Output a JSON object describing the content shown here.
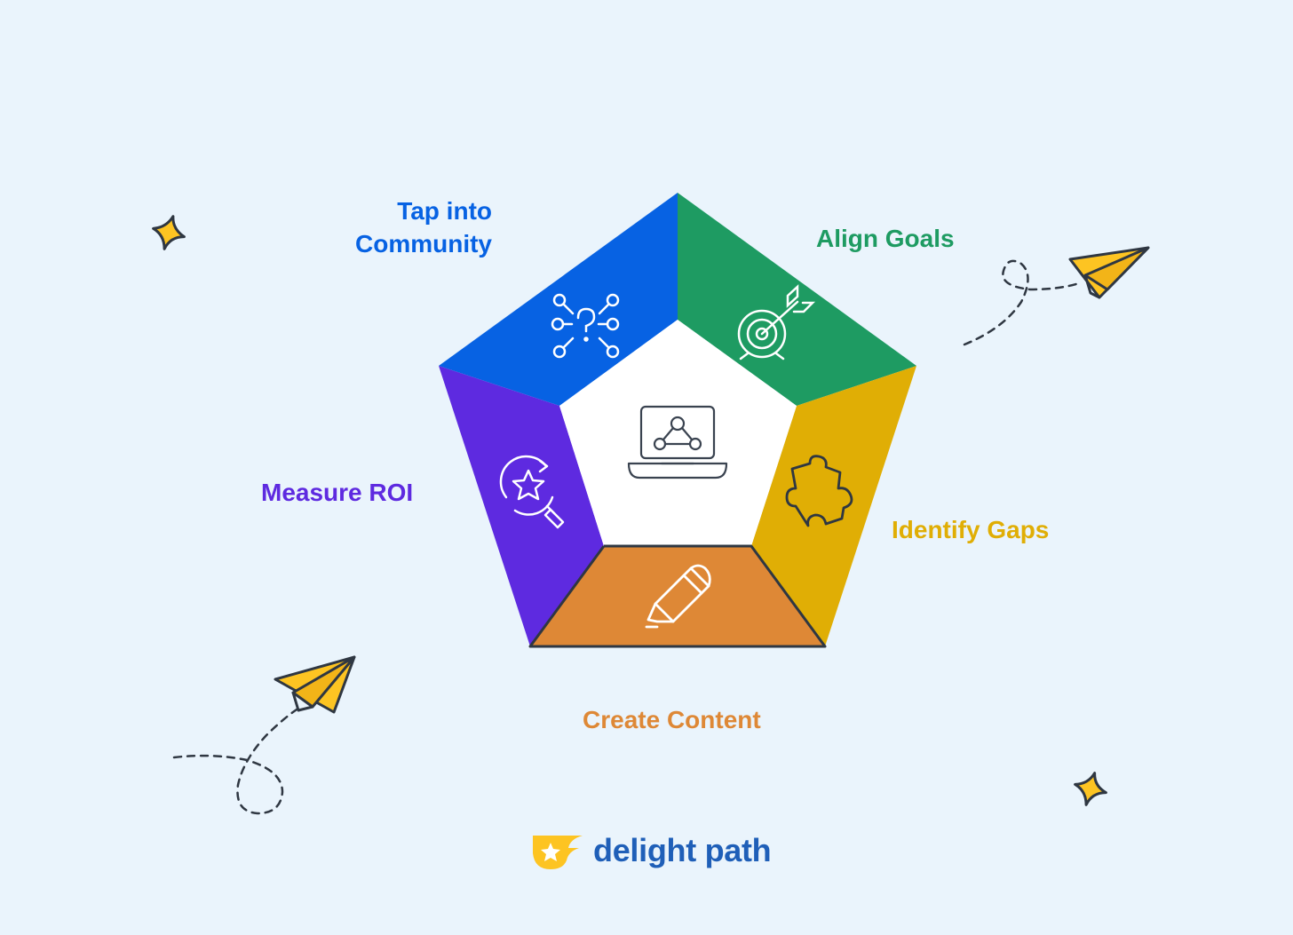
{
  "colors": {
    "background": "#EAF4FC",
    "community": "#0762E3",
    "goals": "#1E9B62",
    "gaps": "#E0AE05",
    "content": "#DE8836",
    "roi": "#5E2AE0",
    "accent_yellow": "#FDC422",
    "outline": "#2F3742",
    "brand_blue": "#1F5FB8"
  },
  "segments": [
    {
      "id": "community",
      "title_lines": [
        "Tap into",
        "Community"
      ],
      "icon": "network-question-icon"
    },
    {
      "id": "goals",
      "title": "Align Goals",
      "icon": "target-arrow-icon"
    },
    {
      "id": "gaps",
      "title": "Identify Gaps",
      "icon": "puzzle-piece-icon"
    },
    {
      "id": "content",
      "title": "Create Content",
      "icon": "pen-icon"
    },
    {
      "id": "roi",
      "title": "Measure ROI",
      "icon": "star-magnifier-icon"
    }
  ],
  "center": {
    "icon": "laptop-network-icon"
  },
  "brand": {
    "name": "delight path",
    "icon": "delight-path-logo-icon"
  },
  "decorations": [
    "sparkle-icon",
    "paper-plane-icon"
  ]
}
